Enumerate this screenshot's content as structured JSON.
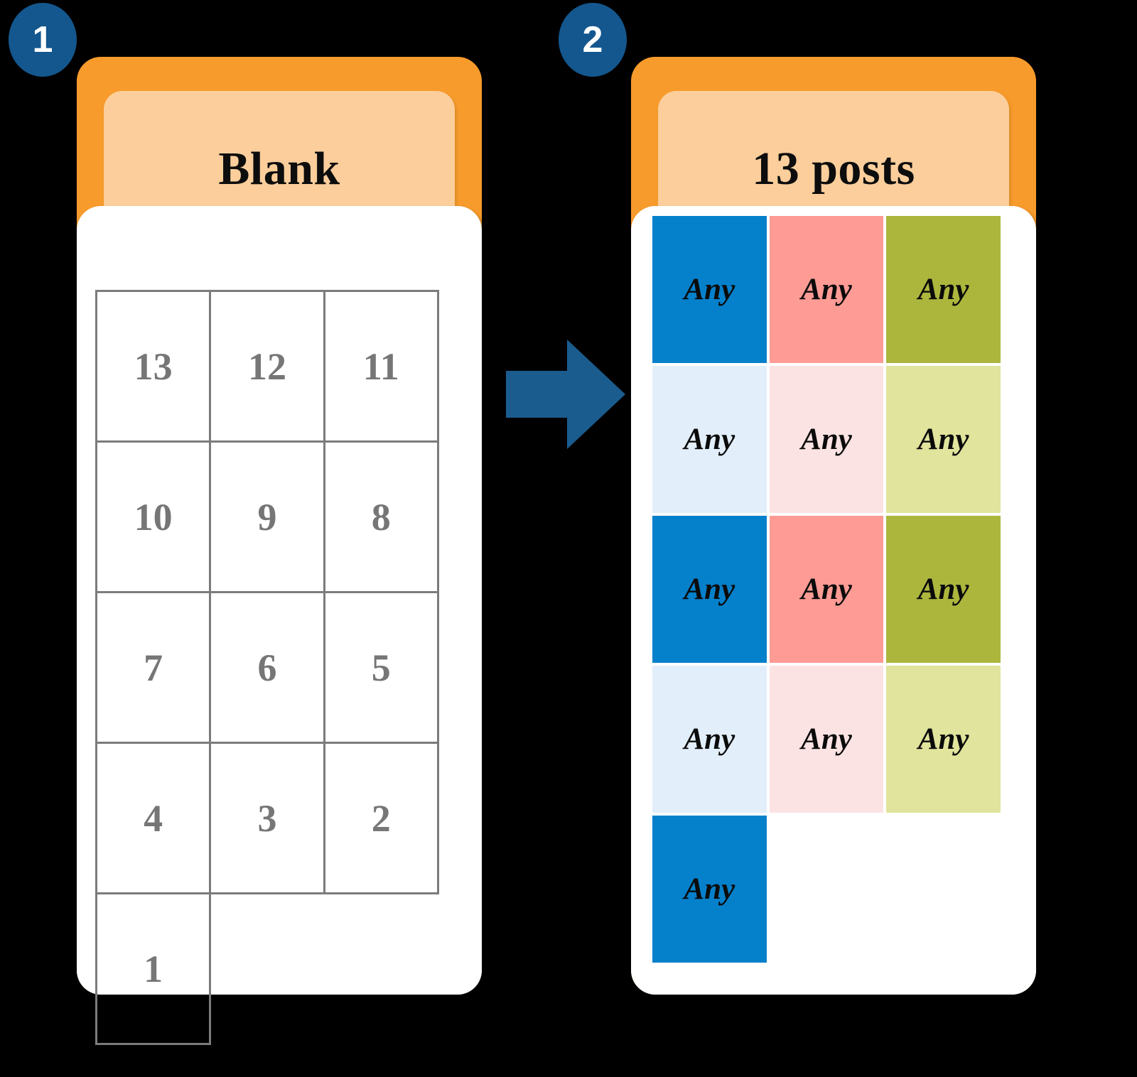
{
  "background_color": "#000000",
  "steps": [
    {
      "number": "1",
      "badge_color": "#14578E"
    },
    {
      "number": "2",
      "badge_color": "#14578E"
    }
  ],
  "connector": {
    "icon": "right-arrow-icon",
    "color": "#1A5C8E",
    "direction": "right"
  },
  "cards": [
    {
      "id": "blank-card",
      "title": "Blank",
      "frame_color": "#F79B2C",
      "header_color": "#FBCE9B",
      "body_color": "#FFFFFF",
      "grid": {
        "type": "table",
        "columns": 3,
        "rows": 5,
        "border_color": "#7B7B7B",
        "text_color": "#767676",
        "cells": [
          [
            "13",
            "12",
            "11"
          ],
          [
            "10",
            "9",
            "8"
          ],
          [
            "7",
            "6",
            "5"
          ],
          [
            "4",
            "3",
            "2"
          ],
          [
            "1",
            "",
            ""
          ]
        ],
        "empty_cells": [
          [
            4,
            1
          ],
          [
            4,
            2
          ]
        ]
      }
    },
    {
      "id": "posts-card",
      "title": "13 posts",
      "frame_color": "#F79B2C",
      "header_color": "#FBCE9B",
      "body_color": "#FFFFFF",
      "grid": {
        "type": "color-blocks",
        "columns": 3,
        "rows": 5,
        "cell_label": "Any",
        "text_color": "#0B0B0B",
        "palette": {
          "blue_dark": "#0580CB",
          "blue_light": "#E2EFFB",
          "pink_dark": "#FD9B94",
          "pink_light": "#FCE3E3",
          "green_dark": "#ACB63D",
          "green_light": "#E0E49C"
        },
        "cells": [
          [
            {
              "label": "Any",
              "color": "#0580CB"
            },
            {
              "label": "Any",
              "color": "#FD9B94"
            },
            {
              "label": "Any",
              "color": "#ACB63D"
            }
          ],
          [
            {
              "label": "Any",
              "color": "#E2EFFB"
            },
            {
              "label": "Any",
              "color": "#FCE3E3"
            },
            {
              "label": "Any",
              "color": "#E0E49C"
            }
          ],
          [
            {
              "label": "Any",
              "color": "#0580CB"
            },
            {
              "label": "Any",
              "color": "#FD9B94"
            },
            {
              "label": "Any",
              "color": "#ACB63D"
            }
          ],
          [
            {
              "label": "Any",
              "color": "#E2EFFB"
            },
            {
              "label": "Any",
              "color": "#FCE3E3"
            },
            {
              "label": "Any",
              "color": "#E0E49C"
            }
          ],
          [
            {
              "label": "Any",
              "color": "#0580CB"
            },
            {
              "label": "",
              "color": ""
            },
            {
              "label": "",
              "color": ""
            }
          ]
        ],
        "total_filled_cells": 13
      }
    }
  ]
}
